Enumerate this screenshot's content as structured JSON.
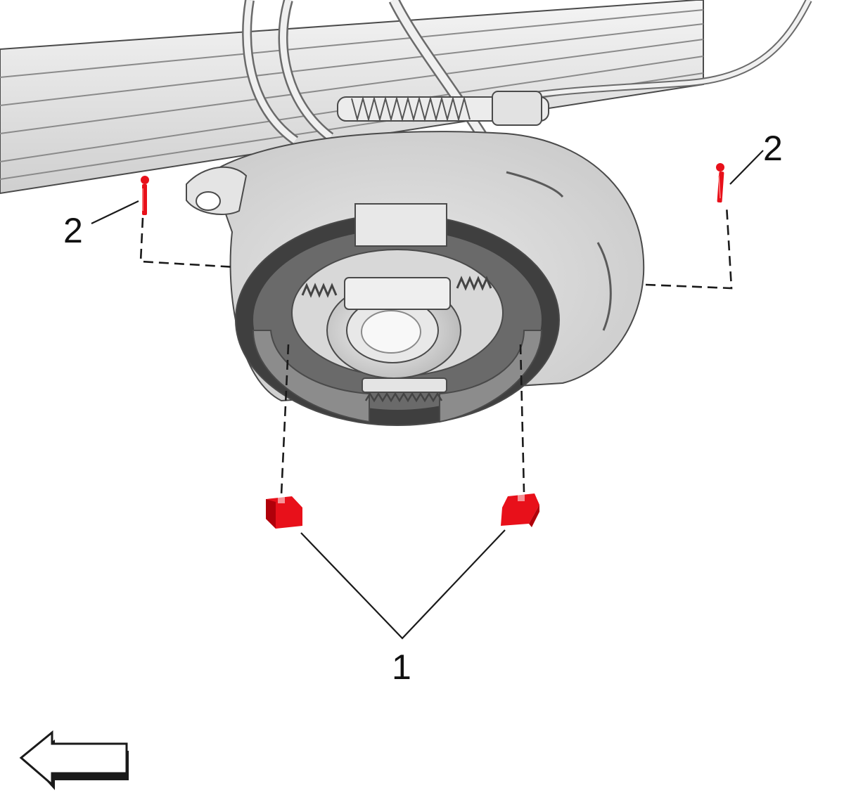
{
  "callouts": {
    "clips_label": "1",
    "pin_left_label": "2",
    "pin_right_label": "2"
  },
  "colors": {
    "highlight": "#e8101a",
    "highlight_dark": "#b0000a",
    "metal_light": "#eeeeee",
    "metal_mid": "#c8c8c8",
    "metal_dark": "#5a5a5a",
    "line": "#1a1a1a"
  },
  "icons": {
    "direction_arrow": "left-arrow-icon"
  }
}
